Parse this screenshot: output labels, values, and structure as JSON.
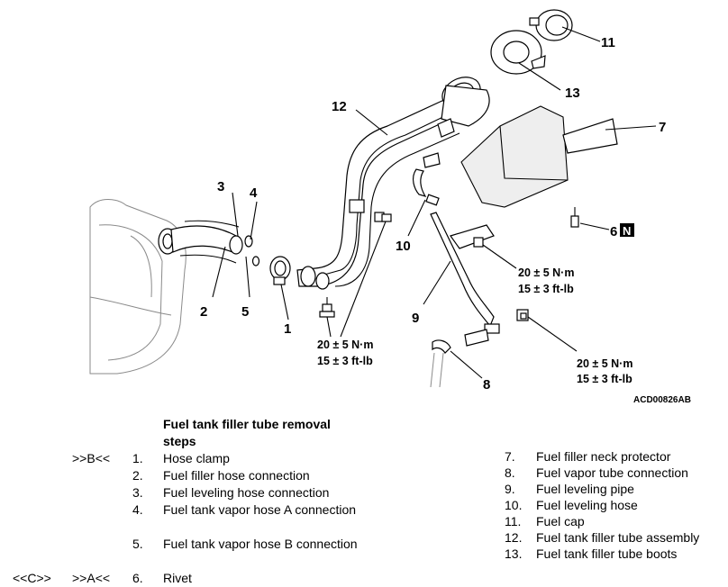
{
  "diagram": {
    "callouts": [
      "1",
      "2",
      "3",
      "4",
      "5",
      "6",
      "7",
      "8",
      "9",
      "10",
      "11",
      "12",
      "13"
    ],
    "new_part_badge": "N",
    "torque_a": {
      "nm": "20 ± 5 N·m",
      "ftlb": "15 ± 3 ft-lb"
    },
    "torque_b": {
      "nm": "20 ± 5 N·m",
      "ftlb": "15 ± 3 ft-lb"
    },
    "torque_c": {
      "nm": "20 ± 5 N·m",
      "ftlb": "15 ± 3 ft-lb"
    },
    "figure_code": "ACD00826AB"
  },
  "steps": {
    "title": "Fuel tank filler tube removal steps",
    "left": [
      {
        "mark_left": "",
        "mark_right": ">>B<<",
        "num": "1.",
        "text": "Hose clamp"
      },
      {
        "mark_left": "",
        "mark_right": "",
        "num": "2.",
        "text": "Fuel filler hose connection"
      },
      {
        "mark_left": "",
        "mark_right": "",
        "num": "3.",
        "text": "Fuel leveling hose connection"
      },
      {
        "mark_left": "",
        "mark_right": "",
        "num": "4.",
        "text": "Fuel tank vapor hose A connection"
      },
      {
        "mark_left": "",
        "mark_right": "",
        "num": "5.",
        "text": "Fuel tank vapor hose B connection"
      },
      {
        "mark_left": "<<C>>",
        "mark_right": ">>A<<",
        "num": "6.",
        "text": "Rivet"
      }
    ],
    "right": [
      {
        "num": "7.",
        "text": "Fuel filler neck protector"
      },
      {
        "num": "8.",
        "text": "Fuel vapor tube connection"
      },
      {
        "num": "9.",
        "text": "Fuel leveling pipe"
      },
      {
        "num": "10.",
        "text": "Fuel leveling hose"
      },
      {
        "num": "11.",
        "text": "Fuel cap"
      },
      {
        "num": "12.",
        "text": "Fuel tank filler tube assembly"
      },
      {
        "num": "13.",
        "text": "Fuel tank filler tube boots"
      }
    ]
  }
}
